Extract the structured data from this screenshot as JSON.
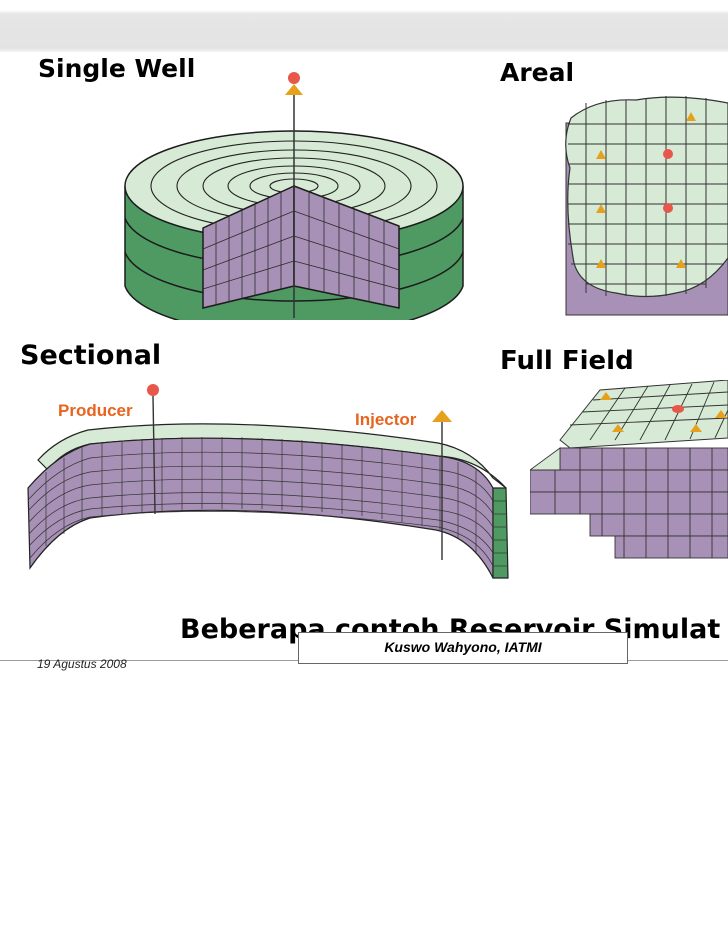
{
  "panels": {
    "single_well": {
      "title": "Single Well"
    },
    "areal": {
      "title": "Areal"
    },
    "sectional": {
      "title": "Sectional",
      "producer_label": "Producer",
      "injector_label": "Injector"
    },
    "full_field": {
      "title": "Full Field"
    }
  },
  "caption": "Beberapa contoh Reservoir Simulat",
  "footer": {
    "author": "Kuswo Wahyono, IATMI",
    "date": "19 Agustus 2008"
  },
  "colors": {
    "top_face": "#d7ead5",
    "side_green": "#4f9a63",
    "side_purple": "#a891b6",
    "producer": "#e8574c",
    "injector": "#e5a11d"
  }
}
